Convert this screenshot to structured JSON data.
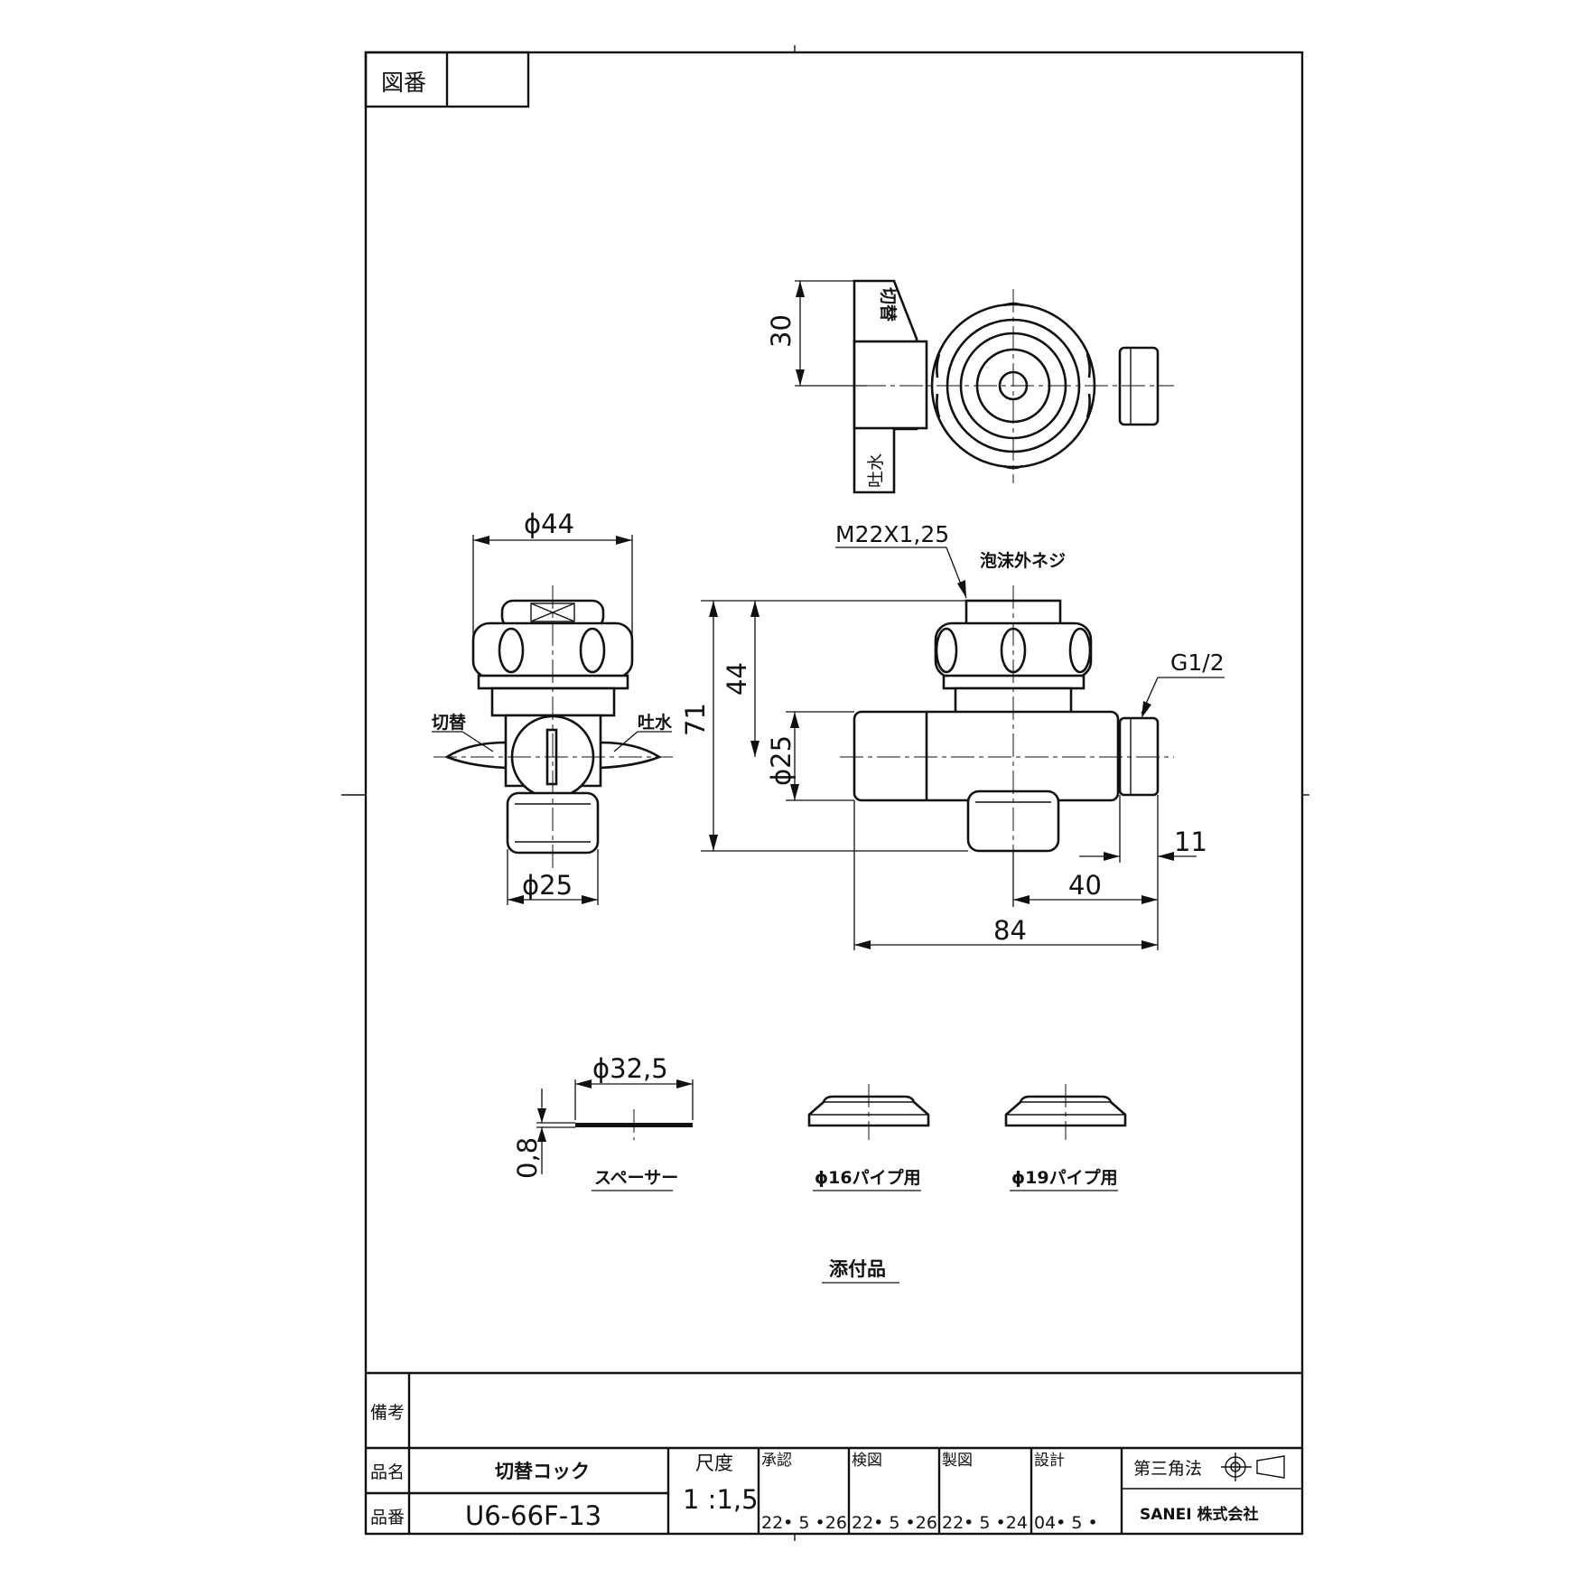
{
  "drawing_no": {
    "label": "図番",
    "value": ""
  },
  "dimensions": {
    "top_view_30": "30",
    "side_dia44": "ϕ44",
    "side_dia25": "ϕ25",
    "front_71": "71",
    "front_44": "44",
    "front_dia25": "ϕ25",
    "thread_m22": "M22X1,25",
    "thread_note": "泡沫外ネジ",
    "thread_g12": "G1/2",
    "dim_11": "11",
    "dim_40": "40",
    "dim_84": "84",
    "spacer_dia": "ϕ32,5",
    "spacer_thk": "0,8"
  },
  "labels": {
    "handle_switch": "切替",
    "handle_spout": "吐水",
    "side_switch": "切替",
    "side_spout": "吐水",
    "spacer": "スペーサー",
    "pipe16": "ϕ16パイプ用",
    "pipe19": "ϕ19パイプ用",
    "accessories": "添付品"
  },
  "title_block": {
    "remarks_label": "備考",
    "remarks_value": "",
    "name_label": "品名",
    "name_value": "切替コック",
    "number_label": "品番",
    "number_value": "U6-66F-13",
    "scale_label": "尺度",
    "scale_value": "1 :1,5",
    "approved_label": "承認",
    "approved_date": "22• 5 •26",
    "checked_label": "検図",
    "checked_date": "22• 5 •26",
    "drawn_label": "製図",
    "drawn_date": "22• 5 •24",
    "design_label": "設計",
    "design_date": "04• 5 •",
    "projection": "第三角法",
    "company": "SANEI 株式会社"
  }
}
